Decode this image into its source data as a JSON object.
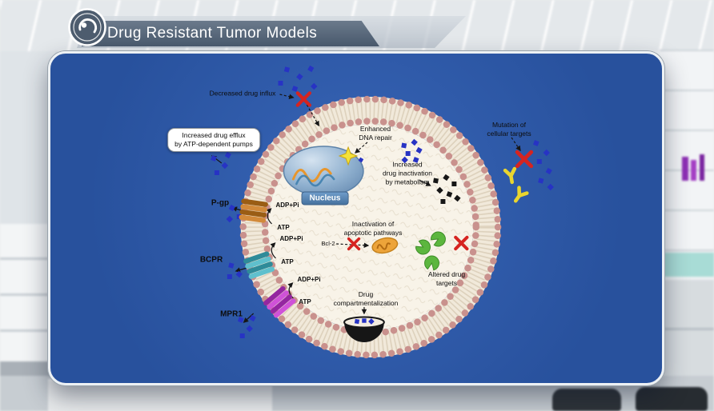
{
  "header": {
    "title": "Drug Resistant Tumor Models"
  },
  "cell": {
    "nucleus_label": "Nucleus"
  },
  "labels": {
    "decreased_influx": "Decreased drug influx",
    "increased_efflux": "Increased drug efflux\nby ATP-dependent pumps",
    "enhanced_repair": "Enhanced\nDNA repair",
    "drug_inactivation": "Increased\ndrug inactivation\nby metabolism",
    "mutation_targets": "Mutation of\ncellular targets",
    "apoptotic": "Inactivation of\napoptotic pathways",
    "bcl2": "Bcl-2",
    "altered_targets": "Altered drug\ntargets",
    "compartmentalization": "Drug\ncompartmentalization"
  },
  "pumps": [
    {
      "name": "P-gp",
      "adp_label": "ADP+Pi",
      "atp_label": "ATP"
    },
    {
      "name": "BCPR",
      "adp_label": "ADP+Pi",
      "atp_label": "ATP"
    },
    {
      "name": "MPR1",
      "adp_label": "ADP+Pi",
      "atp_label": "ATP"
    }
  ],
  "colors": {
    "panel_blue": "#2d59a8",
    "membrane_pink": "#c9918d",
    "drug_blue": "#2733c4",
    "inactivated_black": "#161616",
    "red_x": "#d62420",
    "pump_pgp": "#d28a3a",
    "pump_bcpr": "#5fc0cd",
    "pump_mpr1": "#cf52d8",
    "antibody_yellow": "#e9d52f",
    "target_green": "#5cb63e"
  }
}
